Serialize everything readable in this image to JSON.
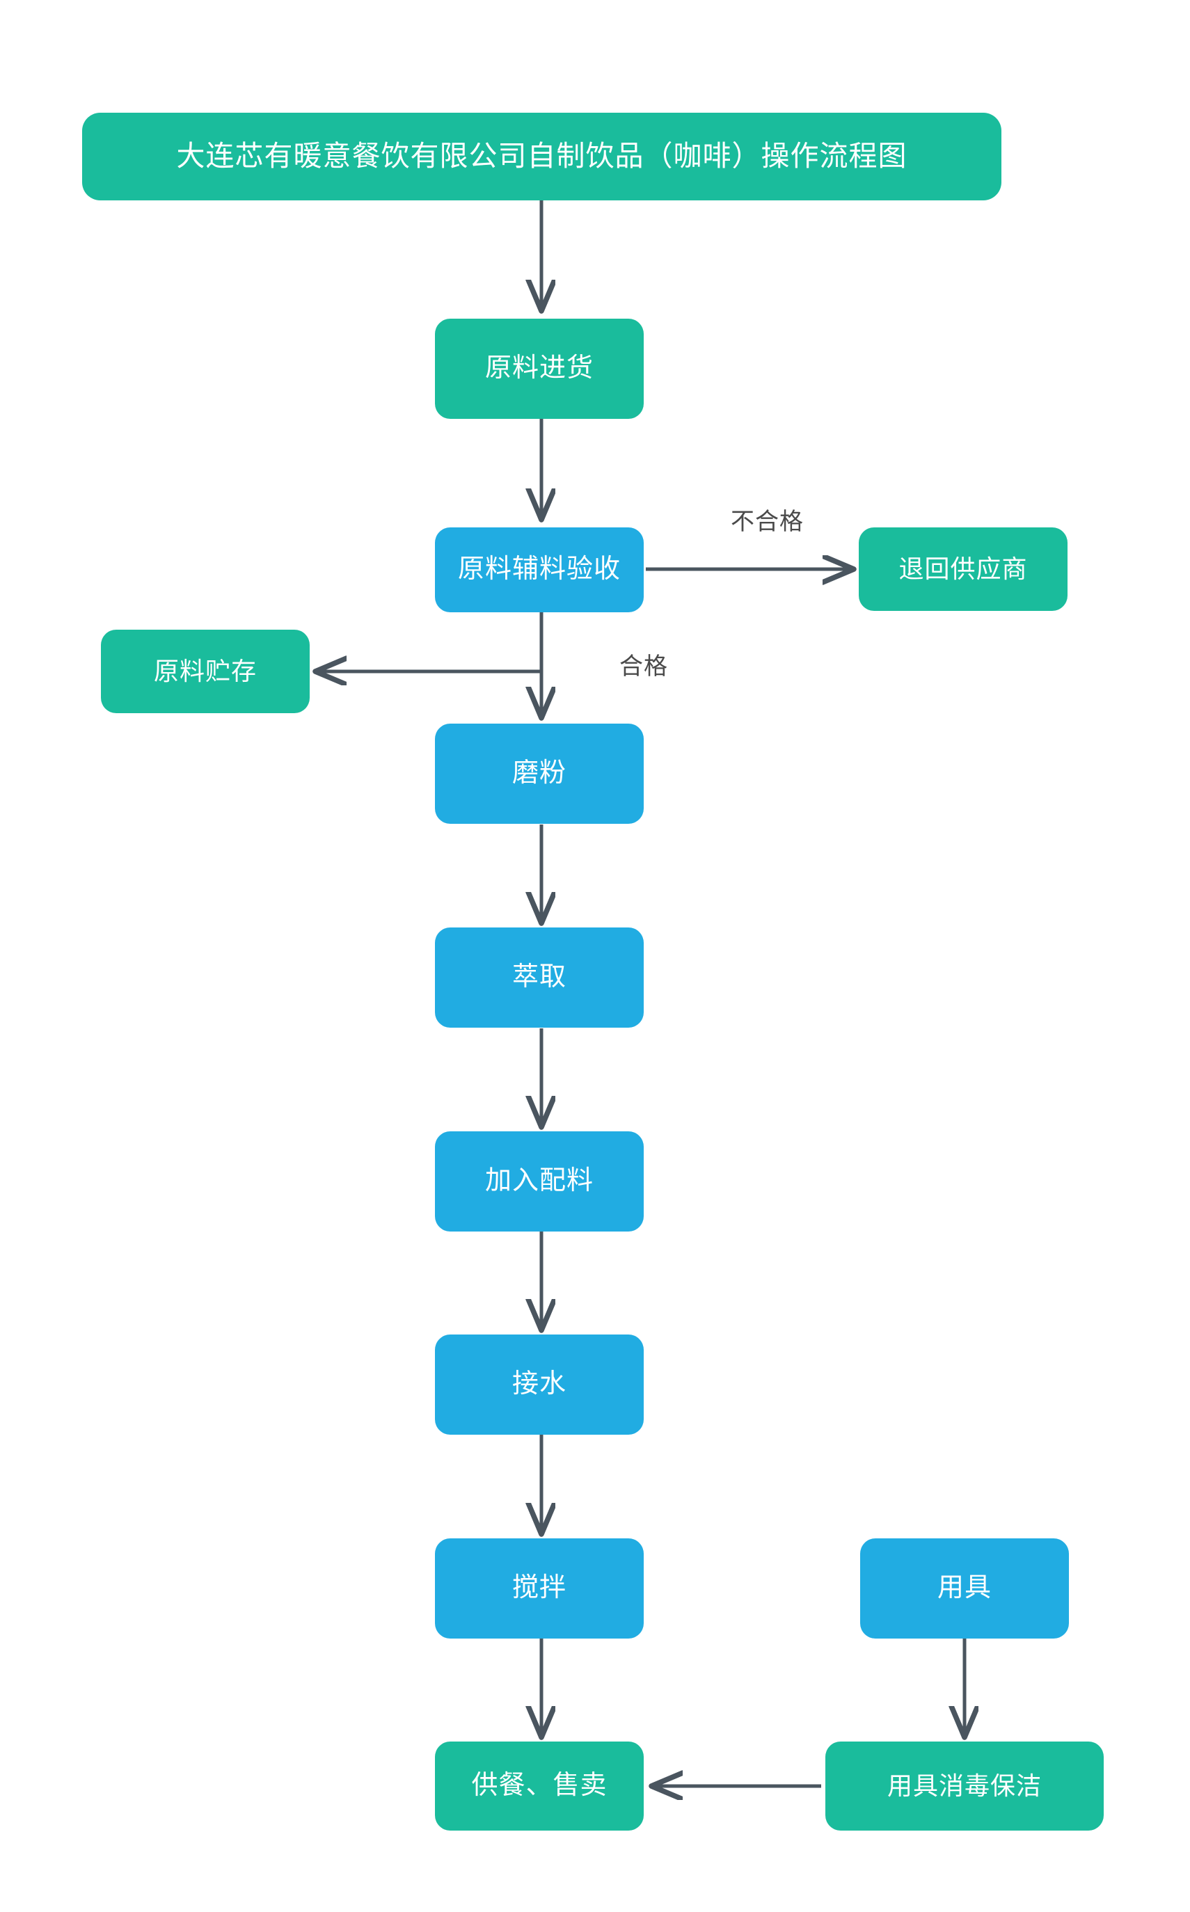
{
  "diagram": {
    "title": "大连芯有暖意餐饮有限公司自制饮品（咖啡）操作流程图",
    "background_color": "#FFFFFF",
    "colors": {
      "green": "#1ABC9C",
      "blue": "#21ACE2",
      "edge": "#4A555F",
      "label_text": "#4A4A4A",
      "node_text": "#FFFFFF"
    },
    "nodes": [
      {
        "id": "title",
        "label": "大连芯有暖意餐饮有限公司自制饮品（咖啡）操作流程图",
        "color": "green"
      },
      {
        "id": "purchase",
        "label": "原料进货",
        "color": "green"
      },
      {
        "id": "inspection",
        "label": "原料辅料验收",
        "color": "blue"
      },
      {
        "id": "return",
        "label": "退回供应商",
        "color": "green"
      },
      {
        "id": "storage",
        "label": "原料贮存",
        "color": "green"
      },
      {
        "id": "grinding",
        "label": "磨粉",
        "color": "blue"
      },
      {
        "id": "extraction",
        "label": "萃取",
        "color": "blue"
      },
      {
        "id": "ingredients",
        "label": "加入配料",
        "color": "blue"
      },
      {
        "id": "water",
        "label": "接水",
        "color": "blue"
      },
      {
        "id": "stirring",
        "label": "搅拌",
        "color": "blue"
      },
      {
        "id": "utensils",
        "label": "用具",
        "color": "blue"
      },
      {
        "id": "serving",
        "label": "供餐、售卖",
        "color": "green"
      },
      {
        "id": "disinfection",
        "label": "用具消毒保洁",
        "color": "green"
      }
    ],
    "edge_labels": [
      {
        "id": "fail",
        "label": "不合格"
      },
      {
        "id": "pass",
        "label": "合格"
      }
    ],
    "edges": [
      {
        "from": "title",
        "to": "purchase",
        "label": ""
      },
      {
        "from": "purchase",
        "to": "inspection",
        "label": ""
      },
      {
        "from": "inspection",
        "to": "return",
        "label": "不合格"
      },
      {
        "from": "inspection",
        "to": "storage",
        "label": ""
      },
      {
        "from": "inspection",
        "to": "grinding",
        "label": "合格"
      },
      {
        "from": "grinding",
        "to": "extraction",
        "label": ""
      },
      {
        "from": "extraction",
        "to": "ingredients",
        "label": ""
      },
      {
        "from": "ingredients",
        "to": "water",
        "label": ""
      },
      {
        "from": "water",
        "to": "stirring",
        "label": ""
      },
      {
        "from": "stirring",
        "to": "serving",
        "label": ""
      },
      {
        "from": "utensils",
        "to": "disinfection",
        "label": ""
      },
      {
        "from": "disinfection",
        "to": "serving",
        "label": ""
      }
    ]
  }
}
